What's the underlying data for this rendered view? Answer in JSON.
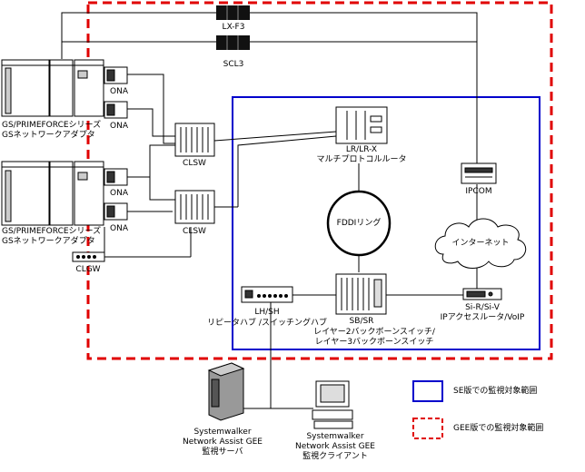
{
  "labels": {
    "lxf3": "LX-F3",
    "scl3": "SCL3",
    "ona": "ONA",
    "gs_series": "GS/PRIMEFORCEシリーズ",
    "gs_adapter": "GSネットワークアダプタ",
    "clsw": "CLSW",
    "clgw": "CLGW",
    "lr_title": "LR/LR-X",
    "lr_sub": "マルチプロトコルルータ",
    "fddi": "FDDIリング",
    "ipcom": "IPCOM",
    "internet": "インターネット",
    "sisr_title": "Si-R/Si-V",
    "sisr_sub": "IPアクセスルータ/VoIP",
    "lhsh_title": "LH/SH",
    "lhsh_sub": "リピータハブ /スイッチングハブ",
    "sbsr_title": "SB/SR",
    "sbsr_sub1": "レイヤー2バックボーンスイッチ/",
    "sbsr_sub2": "レイヤー3バックボーンスイッチ",
    "server_l1": "Systemwalker",
    "server_l2": "Network Assist GEE",
    "server_l3": "監視サーバ",
    "client_l1": "Systemwalker",
    "client_l2": "Network Assist GEE",
    "client_l3": "監視クライアント"
  },
  "legend": {
    "se": "SE版での監視対象範囲",
    "gee": "GEE版での監視対象範囲"
  },
  "colors": {
    "se_scope": "#0000cc",
    "gee_scope": "#e00000",
    "line": "#000000"
  }
}
